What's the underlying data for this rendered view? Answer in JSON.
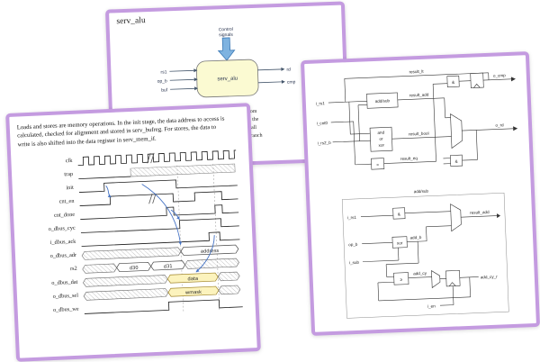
{
  "page": {
    "background": "#ffffff",
    "card_border": "#c49be0"
  },
  "card_alu": {
    "title": "serv_alu",
    "diagram": {
      "control_line1": "Control",
      "control_line2": "signals",
      "block": "serv_alu",
      "inputs": [
        "rs1",
        "op_b",
        "buf"
      ],
      "outputs": [
        "rd",
        "cmp"
      ]
    },
    "paragraph": [
      "serv_alu handles alu operations. The first input operand (A) com",
      "second operand (B) comes from i_rs2 or i_imm depending on the",
      "The data passes through the add/sub or bool logic unit and finall",
      "to the destination register. The output o_cmp is used for the branch"
    ]
  },
  "card_mem": {
    "paragraph": [
      "Loads and stores are memory operations. In the init stage, the data address to access is",
      "calculated, checked for alignment and stored in serv_bufreg. For stores, the data to",
      "write is also shifted into the data register in serv_mem_if."
    ],
    "waveform": {
      "signals": [
        "clk",
        "trap",
        "init",
        "cnt_en",
        "cnt_done",
        "o_dbus_cyc",
        "i_dbus_ack",
        "o_dbus_adr",
        "rs2",
        "o_dbus_dat",
        "o_dbus_sel",
        "o_dbus_we"
      ],
      "values": {
        "adr": "address",
        "rs2_a": "d30",
        "rs2_b": "d31",
        "dat": "data",
        "sel": "wmask"
      }
    }
  },
  "card_sch": {
    "top": {
      "net_top": "result_lt",
      "in_rs1": "i_rs1",
      "in_cnt0": "i_cnt0",
      "in_rs2b": "i_rs2_b",
      "addsub_label": "add/sub",
      "bool1": "and",
      "bool2": "or",
      "bool3": "xor",
      "and1": "&",
      "and2": "&",
      "eq": "=",
      "result_add": "result_add",
      "result_bool": "result_bool",
      "result_eq": "result_eq",
      "o_cmp": "o_cmp",
      "o_rd": "o_rd"
    },
    "bottom": {
      "title": "add/sub",
      "i_rs1": "i_rs1",
      "op_b": "op_b",
      "i_sub": "i_sub",
      "i_en": "i_en",
      "and": "&",
      "xor": "xor",
      "ge": "≥",
      "add_b": "add_b",
      "add_cy": "add_cy",
      "add_cy_r": "add_cy_r",
      "result_add": "result_add"
    }
  }
}
